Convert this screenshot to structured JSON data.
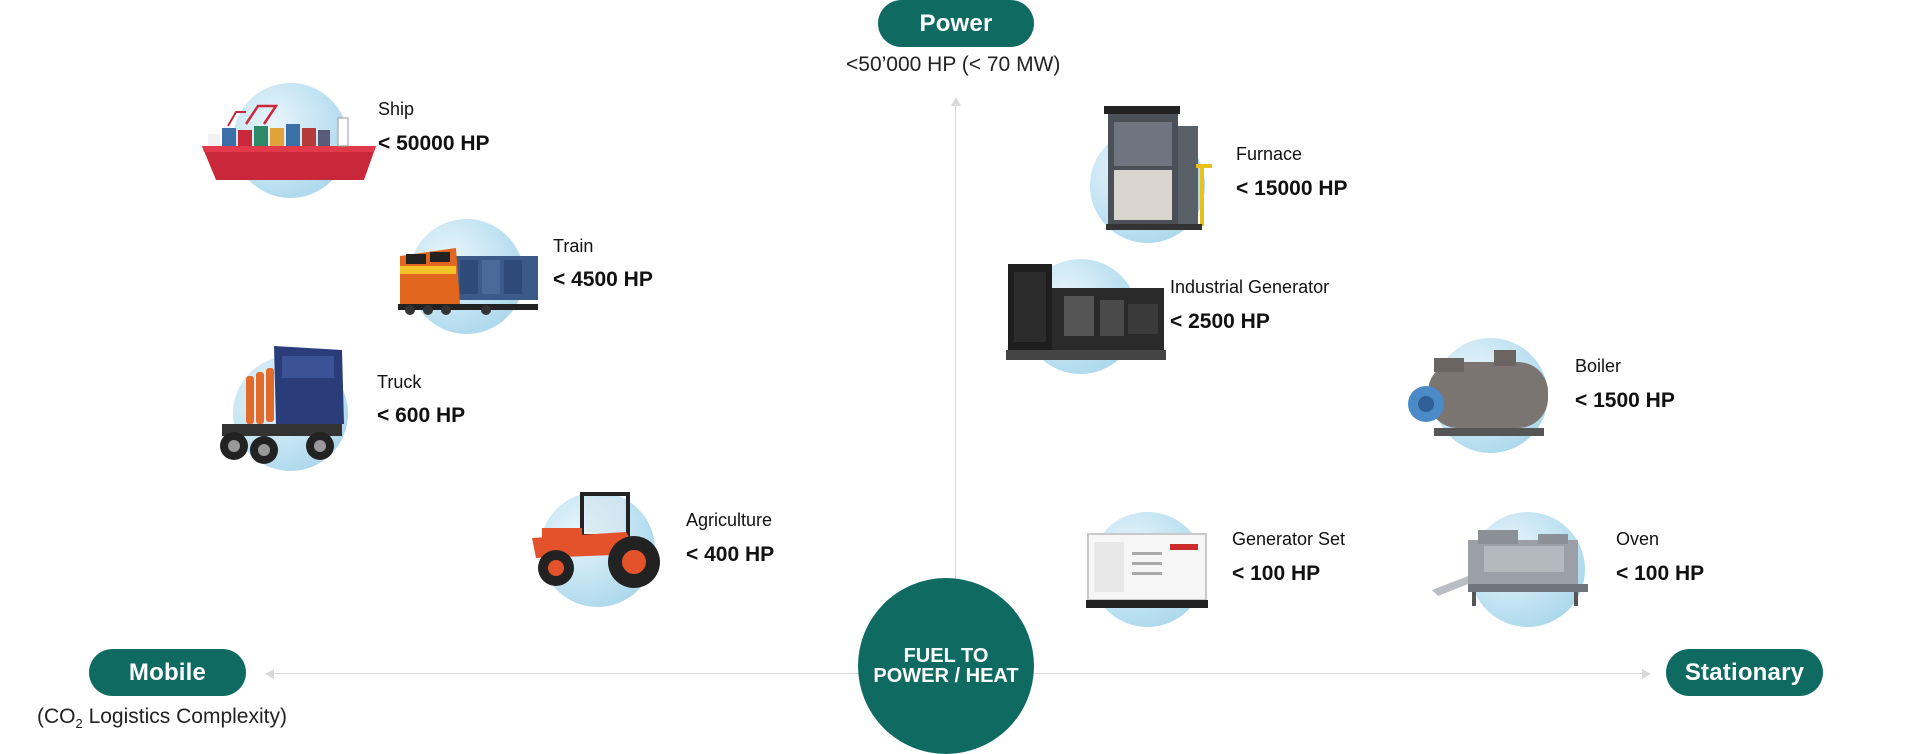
{
  "axes": {
    "top": {
      "label": "Power",
      "subtitle": "<50’000 HP (< 70 MW)"
    },
    "left": {
      "label": "Mobile",
      "subtitle_prefix": "(CO",
      "subtitle_sub": "2",
      "subtitle_suffix": " Logistics Complexity)"
    },
    "right": {
      "label": "Stationary"
    },
    "center": {
      "line1": "FUEL TO",
      "line2": "POWER / HEAT"
    }
  },
  "mobile": [
    {
      "name": "Ship",
      "power": "< 50000 HP",
      "icon": "container-ship-icon"
    },
    {
      "name": "Train",
      "power": "< 4500 HP",
      "icon": "locomotive-icon"
    },
    {
      "name": "Truck",
      "power": "< 600 HP",
      "icon": "truck-icon"
    },
    {
      "name": "Agriculture",
      "power": "< 400 HP",
      "icon": "tractor-icon"
    }
  ],
  "stationary": [
    {
      "name": "Furnace",
      "power": "< 15000 HP",
      "icon": "furnace-icon"
    },
    {
      "name": "Industrial Generator",
      "power": "< 2500 HP",
      "icon": "industrial-generator-icon"
    },
    {
      "name": "Boiler",
      "power": "< 1500 HP",
      "icon": "boiler-icon"
    },
    {
      "name": "Generator Set",
      "power": "< 100 HP",
      "icon": "generator-set-icon"
    },
    {
      "name": "Oven",
      "power": "< 100 HP",
      "icon": "oven-icon"
    }
  ],
  "colors": {
    "accent": "#0f6b62",
    "disc": "#b9dff0",
    "axis": "#d9d9d9"
  }
}
